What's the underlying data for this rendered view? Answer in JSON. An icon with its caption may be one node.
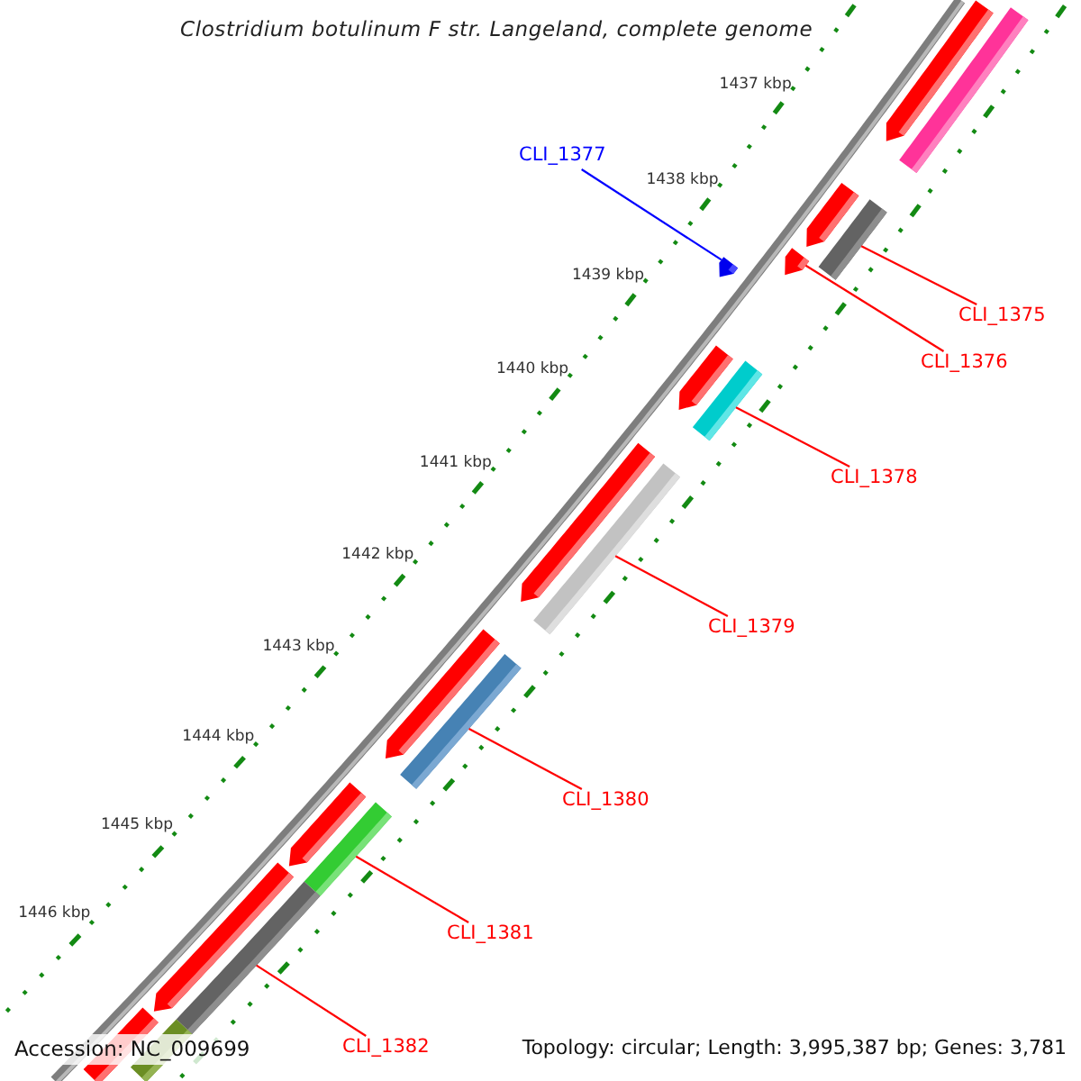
{
  "diagram": {
    "title": "Clostridium botulinum F str. Langeland, complete genome",
    "nodes": [
      {
        "text": [
          "CLI_1377"
        ]
      },
      {
        "text": [
          "CLI_1375"
        ]
      },
      {
        "text": [
          "CLI_1376"
        ]
      },
      {
        "text": [
          "CLI_1378"
        ]
      },
      {
        "text": [
          "CLI_1379"
        ]
      },
      {
        "text": [
          "CLI_1380"
        ]
      },
      {
        "text": [
          "CLI_1381"
        ]
      },
      {
        "text": [
          "CLI_1382"
        ]
      },
      {
        "text": [],
        "shape": "arrow"
      },
      {
        "text": [],
        "shape": "bar"
      },
      {
        "text": [],
        "shape": "arrow"
      },
      {
        "text": [],
        "shape": "bar"
      },
      {
        "text": [],
        "shape": "arrow"
      },
      {
        "text": [],
        "shape": "arrow"
      },
      {
        "text": [],
        "shape": "arrow"
      },
      {
        "text": [],
        "shape": "bar"
      },
      {
        "text": [],
        "shape": "arrow"
      },
      {
        "text": [],
        "shape": "bar"
      },
      {
        "text": [],
        "shape": "arrow"
      },
      {
        "text": [],
        "shape": "bar"
      },
      {
        "text": [],
        "shape": "arrow"
      },
      {
        "text": [],
        "shape": "bar"
      },
      {
        "text": [],
        "shape": "arrow"
      },
      {
        "text": [],
        "shape": "bar"
      },
      {
        "text": [],
        "shape": "bar"
      },
      {
        "text": [],
        "shape": "bar"
      }
    ],
    "edges": [
      {
        "from": 0,
        "to": 13,
        "arrow": "none",
        "color": "#0000ff"
      },
      {
        "from": 1,
        "to": 11,
        "arrow": "none"
      },
      {
        "from": 2,
        "to": 12,
        "arrow": "none"
      },
      {
        "from": 3,
        "to": 15,
        "arrow": "none"
      },
      {
        "from": 4,
        "to": 17,
        "arrow": "none"
      },
      {
        "from": 5,
        "to": 19,
        "arrow": "none"
      },
      {
        "from": 6,
        "to": 21,
        "arrow": "none"
      },
      {
        "from": 7,
        "to": 23,
        "arrow": "none"
      }
    ],
    "labels": [
      "1437 kbp",
      "1438 kbp",
      "1439 kbp",
      "1440 kbp",
      "1441 kbp",
      "1442 kbp",
      "1443 kbp",
      "1444 kbp",
      "1445 kbp",
      "1446 kbp",
      "Accession: NC_009699",
      "Topology: circular; Length: 3,995,387 bp; Genes: 3,781"
    ]
  }
}
